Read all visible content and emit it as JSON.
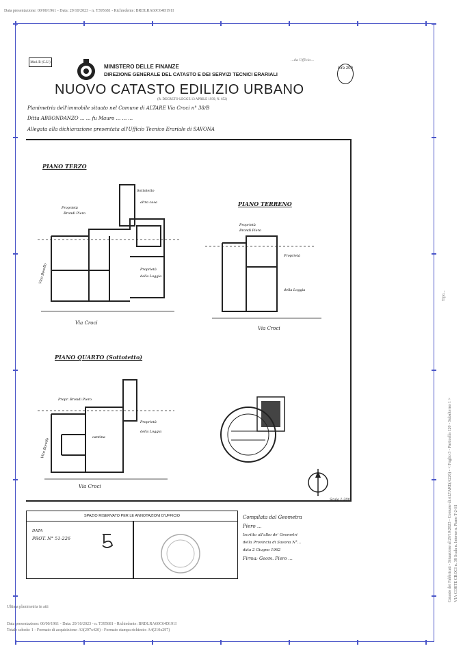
{
  "header_stamp": "Data presentazione: 00/00/1961 - Data: 29/10/2023 - n. T395681 - Richiedente: BRDLRA60C64D191I",
  "footer_stamp": "Data presentazione: 00/00/1961 - Data: 29/10/2023 - n. T395681 - Richiedente: BRDLRA60C64D191I",
  "footer_formats": "Totale schede: 1 - Formato di acquisizione: A3(297x420) - Formato stampa richiesto: A4(210x297)",
  "ultima_planimetria": "Ultima planimetria in atti",
  "side_stamp_1": "Catasto dei Fabbricati - Situazione al 29/10/2023 - Comune di ALTARE(A226) - < Foglio 3 - Particella 120 - Subalterno 1 >",
  "side_stamp_2": "VIA CORTE CROCI n. 38 Scala n. Interno n. Piano T-2-S1",
  "side_stamp_3": "Tipo...",
  "document": {
    "modello": "Mod. B (C.U.)",
    "ministry_line1": "MINISTERO DELLE FINANZE",
    "ministry_line2": "DIREZIONE GENERALE DEL CATASTO E DEI SERVIZI TECNICI ERARIALI",
    "title": "NUOVO CATASTO EDILIZIO URBANO",
    "subtitle": "(R. DECRETO-LEGGE 13 APRILE 1939, N. 652)",
    "badge": "Lire 200",
    "top_right_note": "...da Ufficio...",
    "line1": "Planimetria dell'immobile situato nel Comune di  ALTARE  Via  Croci  n° 38/B",
    "line2": "Ditta  ABBONDANZO ...  ...  fu Mauro ...  ...  ...",
    "line3": "Allegata alla dichiarazione presentata all'Ufficio Tecnico Erariale di  SAVONA"
  },
  "plans": {
    "piano_terzo": "PIANO TERZO",
    "piano_terreno": "PIANO TERRENO",
    "piano_quarto": "PIANO QUARTO (Sottotetto)",
    "via_croci": "Via Croci"
  },
  "tables": {
    "left_header": "SPAZIO RISERVATO PER LE ANNOTAZIONI D'UFFICIO",
    "data_label": "DATA",
    "prot_label": "PROT. N° 51-226",
    "compilato": "Compilata dal  Geometra",
    "nome": "Piero  ...",
    "iscritto": "Iscritto all'albo de' Geometri",
    "provincia": "della Provincia di  Savona  N°...",
    "data_firma": "data  2 Giugno 1962",
    "firma": "Firma: Geom. Piero ..."
  },
  "scale": "Scala 1:200"
}
